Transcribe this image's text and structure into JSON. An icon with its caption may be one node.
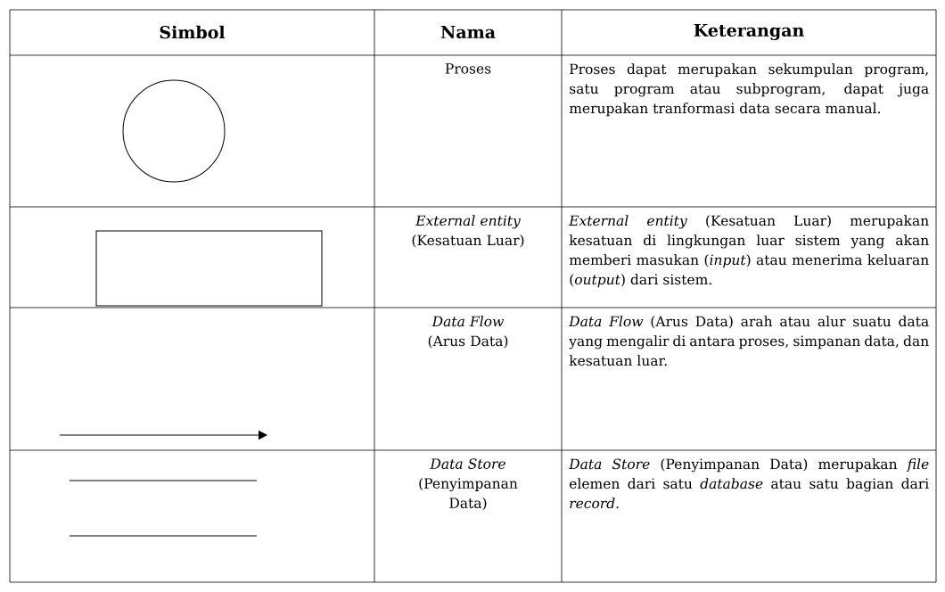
{
  "diagram": {
    "nodes": [
      {
        "text": [],
        "shape": "circle"
      },
      {
        "text": [],
        "shape": "box"
      }
    ],
    "labels": [
      "Simbol",
      "Nama",
      "Keterangan",
      "Proses",
      "Proses dapat merupakan sekumpulan program, satu program atau subprogram, dapat juga merupakan tranformasi data secara manual.",
      "*External entity* (Kesatuan Luar)",
      "*External entity* (Kesatuan Luar) merupakan kesatuan di lingkungan luar sistem yang akan memberi masukan (*input*) atau menerima keluaran (*output*) dari sistem.",
      "*Data Flow* (Arus Data)",
      "*Data Flow* (Arus Data) arah atau alur suatu data yang mengalir di antara proses, simpanan data, dan kesatuan luar.",
      "*Data Store* (Penyimpanan Data)",
      "*Data Store* (Penyimpanan Data) merupakan *file* elemen dari satu *database* atau satu bagian dari *record*."
    ]
  }
}
